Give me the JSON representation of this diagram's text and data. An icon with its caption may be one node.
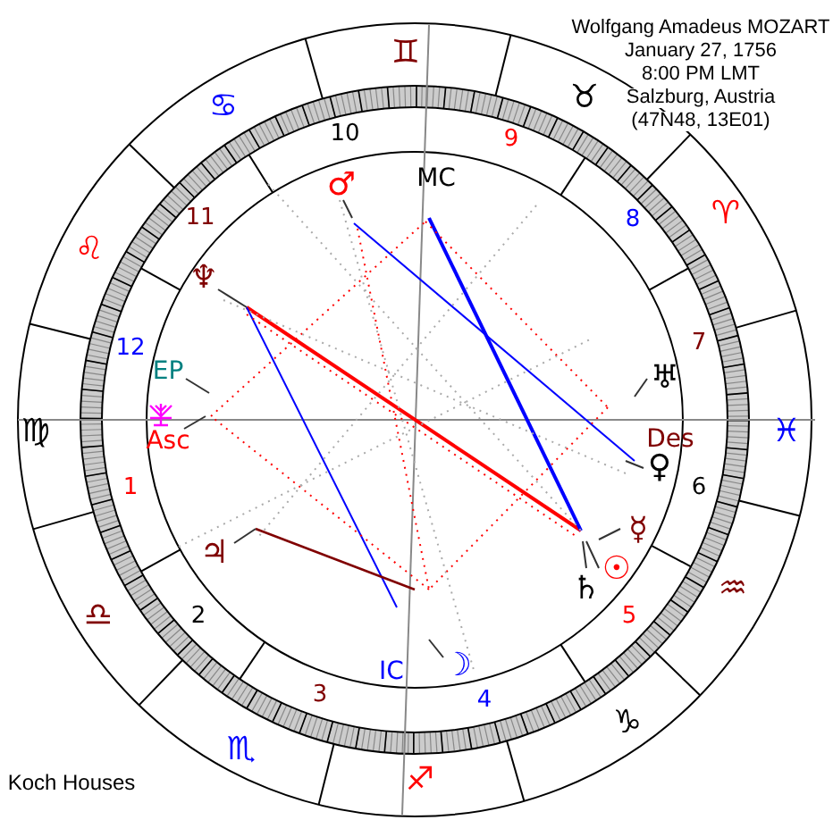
{
  "diagram": {
    "labels": [
      "Wolfgang Amadeus MOZART",
      "January 27, 1756",
      "8:00 PM LMT",
      "Salzburg, Austria",
      "(47N48, 13E01)",
      "♊",
      "♉",
      "♋",
      "10",
      "9",
      "♂",
      "MC",
      "♈",
      "11",
      "8",
      "♌",
      "♆",
      "7",
      "12",
      "EP",
      "♅",
      "♍",
      "♓",
      "Asc",
      "Des",
      "♀",
      "6",
      "1",
      "☿",
      "♃",
      "♄",
      "☉",
      "♒",
      "♎",
      "2",
      "5",
      "IC",
      "☽",
      "3",
      "4",
      "♑",
      "♏",
      "♐",
      "Koch Houses"
    ]
  }
}
